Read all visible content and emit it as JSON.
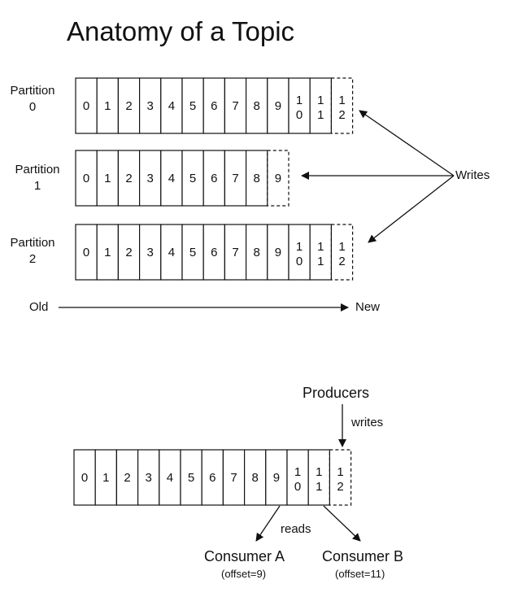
{
  "title": "Anatomy of a Topic",
  "partitions": [
    {
      "label_line1": "Partition",
      "label_line2": "0",
      "cells": [
        "0",
        "1",
        "2",
        "3",
        "4",
        "5",
        "6",
        "7",
        "8",
        "9",
        "10",
        "11"
      ],
      "next": "12"
    },
    {
      "label_line1": "Partition",
      "label_line2": "1",
      "cells": [
        "0",
        "1",
        "2",
        "3",
        "4",
        "5",
        "6",
        "7",
        "8"
      ],
      "next": "9"
    },
    {
      "label_line1": "Partition",
      "label_line2": "2",
      "cells": [
        "0",
        "1",
        "2",
        "3",
        "4",
        "5",
        "6",
        "7",
        "8",
        "9",
        "10",
        "11"
      ],
      "next": "12"
    }
  ],
  "writes_label": "Writes",
  "timeline": {
    "old_label": "Old",
    "new_label": "New"
  },
  "log": {
    "cells": [
      "0",
      "1",
      "2",
      "3",
      "4",
      "5",
      "6",
      "7",
      "8",
      "9",
      "10",
      "11"
    ],
    "next": "12",
    "producers_label": "Producers",
    "writes_label": "writes",
    "reads_label": "reads",
    "consumer_a": {
      "name": "Consumer A",
      "offset": "(offset=9)"
    },
    "consumer_b": {
      "name": "Consumer B",
      "offset": "(offset=11)"
    }
  }
}
